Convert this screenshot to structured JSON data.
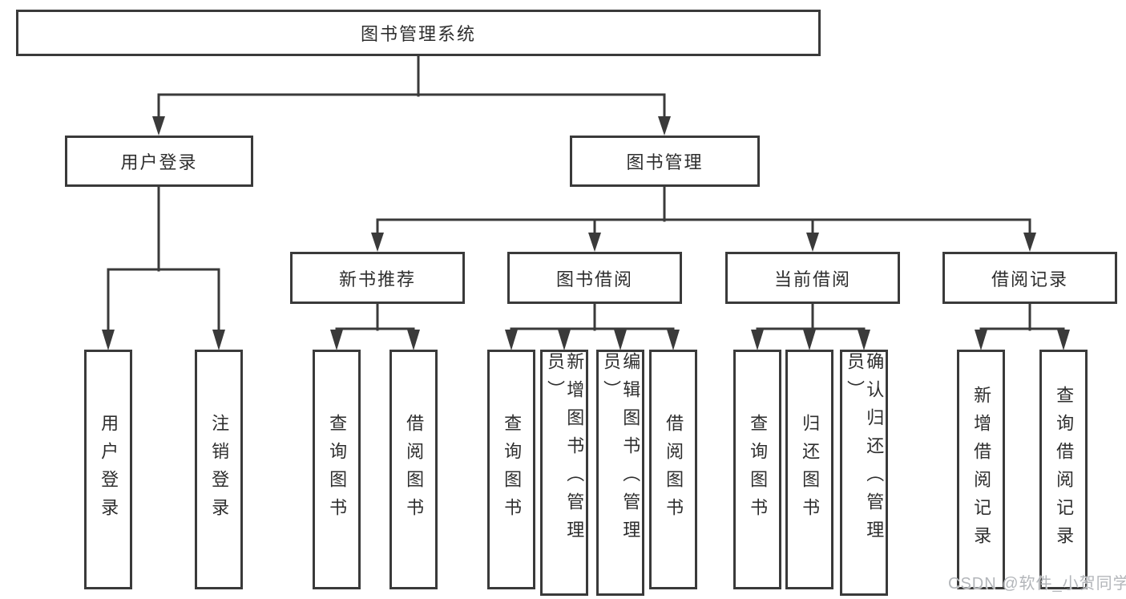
{
  "watermark": "CSDN @软件_小贺同学",
  "colors": {
    "line": "#3a3a3a",
    "box_border": "#3a3a3a",
    "text": "#2e2e2e",
    "watermark": "#b3b6ba",
    "background": "#ffffff"
  },
  "tree": {
    "root": {
      "label": "图书管理系统"
    },
    "branches": [
      {
        "label": "用户登录",
        "leaves": [
          "用户登录",
          "注销登录"
        ]
      },
      {
        "label": "图书管理",
        "groups": [
          {
            "label": "新书推荐",
            "leaves": [
              "查询图书",
              "借阅图书"
            ]
          },
          {
            "label": "图书借阅",
            "leaves": [
              "查询图书",
              "新增图书（管理员）",
              "编辑图书（管理员）",
              "借阅图书"
            ]
          },
          {
            "label": "当前借阅",
            "leaves": [
              "查询图书",
              "归还图书",
              "确认归还（管理员）"
            ]
          },
          {
            "label": "借阅记录",
            "leaves": [
              "新增借阅记录",
              "查询借阅记录"
            ]
          }
        ]
      }
    ]
  }
}
